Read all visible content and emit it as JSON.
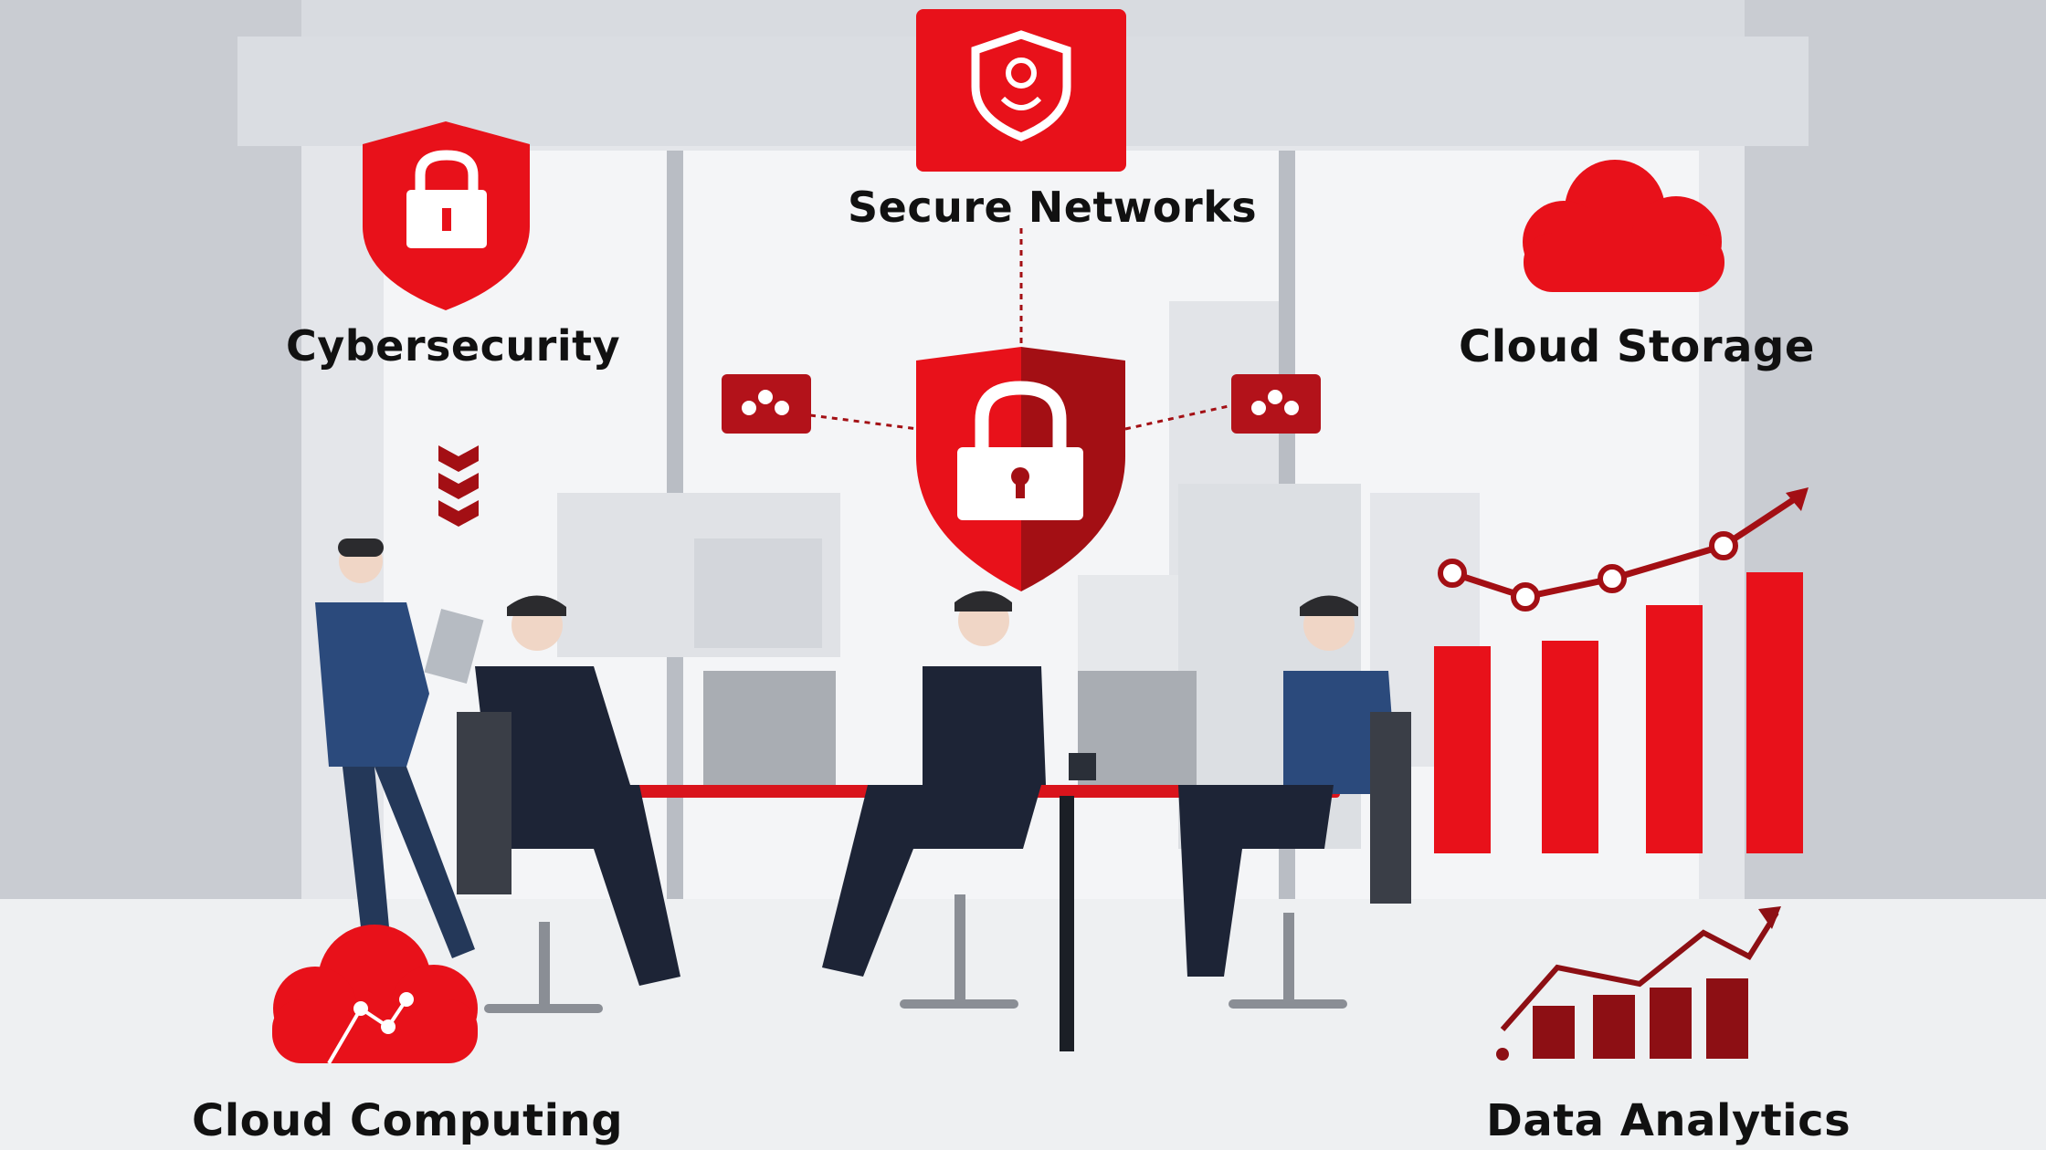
{
  "labels": {
    "secure_networks": "Secure Networks",
    "cybersecurity": "Cybersecurity",
    "cloud_storage": "Cloud Storage",
    "cloud_computing": "Cloud Computing",
    "data_analytics": "Data Analytics"
  },
  "icons": {
    "secure_networks": "shield-user-icon",
    "cybersecurity": "shield-lock-icon",
    "center": "shield-lock-icon",
    "nodes": "network-node-icon",
    "cloud_storage": "cloud-icon",
    "cloud_computing": "cloud-network-icon",
    "data_analytics": "bar-chart-trend-icon"
  },
  "colors": {
    "accent_red": "#e8111a",
    "dark_red": "#a30f14",
    "suit_navy": "#1e2a44",
    "wall_gray": "#d6d9de"
  }
}
